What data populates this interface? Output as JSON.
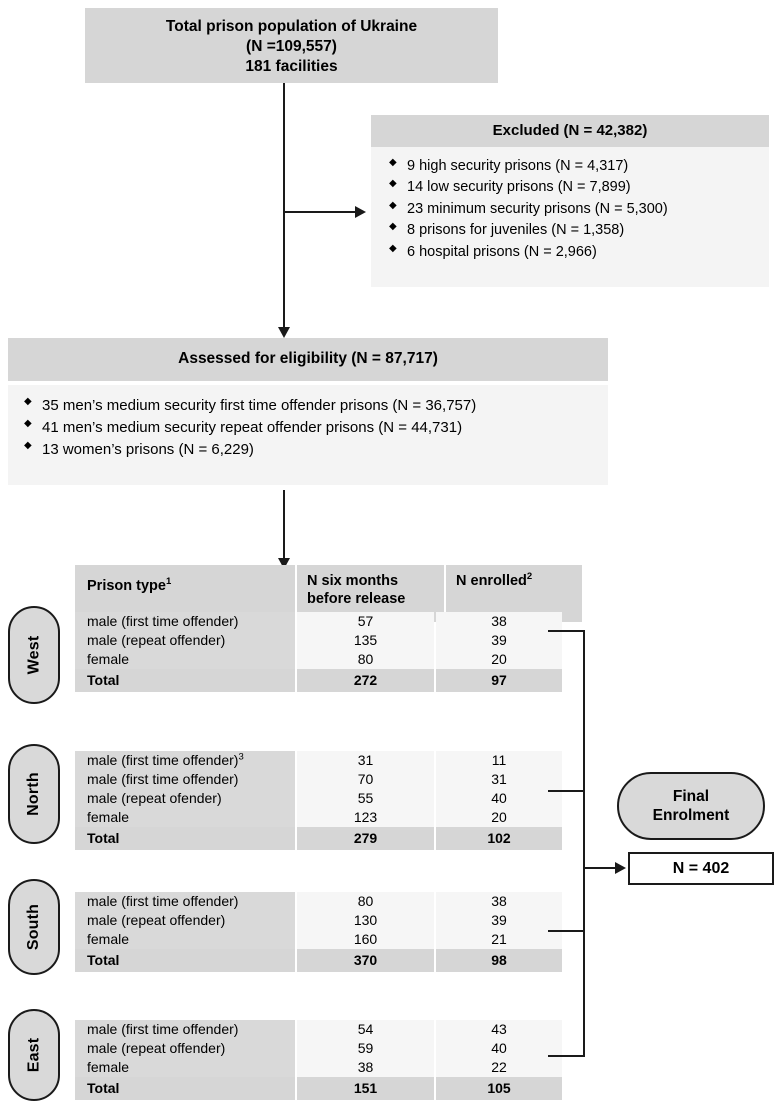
{
  "top_box": {
    "line1": "Total prison population of Ukraine",
    "line2": "(N =109,557)",
    "line3": "181 facilities"
  },
  "excluded": {
    "title": "Excluded (N = 42,382)",
    "items": [
      "9 high security prisons (N = 4,317)",
      "14 low security prisons (N = 7,899)",
      "23 minimum security prisons (N = 5,300)",
      "8 prisons for juveniles (N = 1,358)",
      "6 hospital prisons (N = 2,966)"
    ]
  },
  "assessed": {
    "title": "Assessed for eligibility (N = 87,717)",
    "items": [
      "35 men’s medium security first time offender prisons (N = 36,757)",
      "41 men’s medium security repeat offender prisons (N = 44,731)",
      "13 women’s prisons (N = 6,229)"
    ]
  },
  "table": {
    "headers": {
      "col1": "Prison type",
      "col1_sup": "1",
      "col2_line1": "N six months",
      "col2_line2": "before release",
      "col3": "N enrolled",
      "col3_sup": "2"
    },
    "total_label": "Total",
    "regions": [
      {
        "name": "West",
        "rows": [
          {
            "type": "male (first time offender)",
            "sup": "",
            "six_months": "57",
            "enrolled": "38"
          },
          {
            "type": "male (repeat offender)",
            "sup": "",
            "six_months": "135",
            "enrolled": "39"
          },
          {
            "type": "female",
            "sup": "",
            "six_months": "80",
            "enrolled": "20"
          }
        ],
        "total_six_months": "272",
        "total_enrolled": "97"
      },
      {
        "name": "North",
        "rows": [
          {
            "type": "male (first time offender)",
            "sup": "3",
            "six_months": "31",
            "enrolled": "11"
          },
          {
            "type": "male (first time offender)",
            "sup": "",
            "six_months": "70",
            "enrolled": "31"
          },
          {
            "type": "male (repeat ofender)",
            "sup": "",
            "six_months": "55",
            "enrolled": "40"
          },
          {
            "type": "female",
            "sup": "",
            "six_months": "123",
            "enrolled": "20"
          }
        ],
        "total_six_months": "279",
        "total_enrolled": "102"
      },
      {
        "name": "South",
        "rows": [
          {
            "type": "male (first time offender)",
            "sup": "",
            "six_months": "80",
            "enrolled": "38"
          },
          {
            "type": "male (repeat offender)",
            "sup": "",
            "six_months": "130",
            "enrolled": "39"
          },
          {
            "type": "female",
            "sup": "",
            "six_months": "160",
            "enrolled": "21"
          }
        ],
        "total_six_months": "370",
        "total_enrolled": "98"
      },
      {
        "name": "East",
        "rows": [
          {
            "type": "male (first time offender)",
            "sup": "",
            "six_months": "54",
            "enrolled": "43"
          },
          {
            "type": "male (repeat offender)",
            "sup": "",
            "six_months": "59",
            "enrolled": "40"
          },
          {
            "type": "female",
            "sup": "",
            "six_months": "38",
            "enrolled": "22"
          }
        ],
        "total_six_months": "151",
        "total_enrolled": "105"
      }
    ]
  },
  "final": {
    "label_line1": "Final",
    "label_line2": "Enrolment",
    "n_label": "N = 402"
  },
  "colors": {
    "header_gray": "#d6d6d6",
    "body_gray": "#f4f4f4",
    "row_gray": "#d9d9d9",
    "cell_light": "#f6f6f6",
    "line": "#1a1a1a"
  }
}
